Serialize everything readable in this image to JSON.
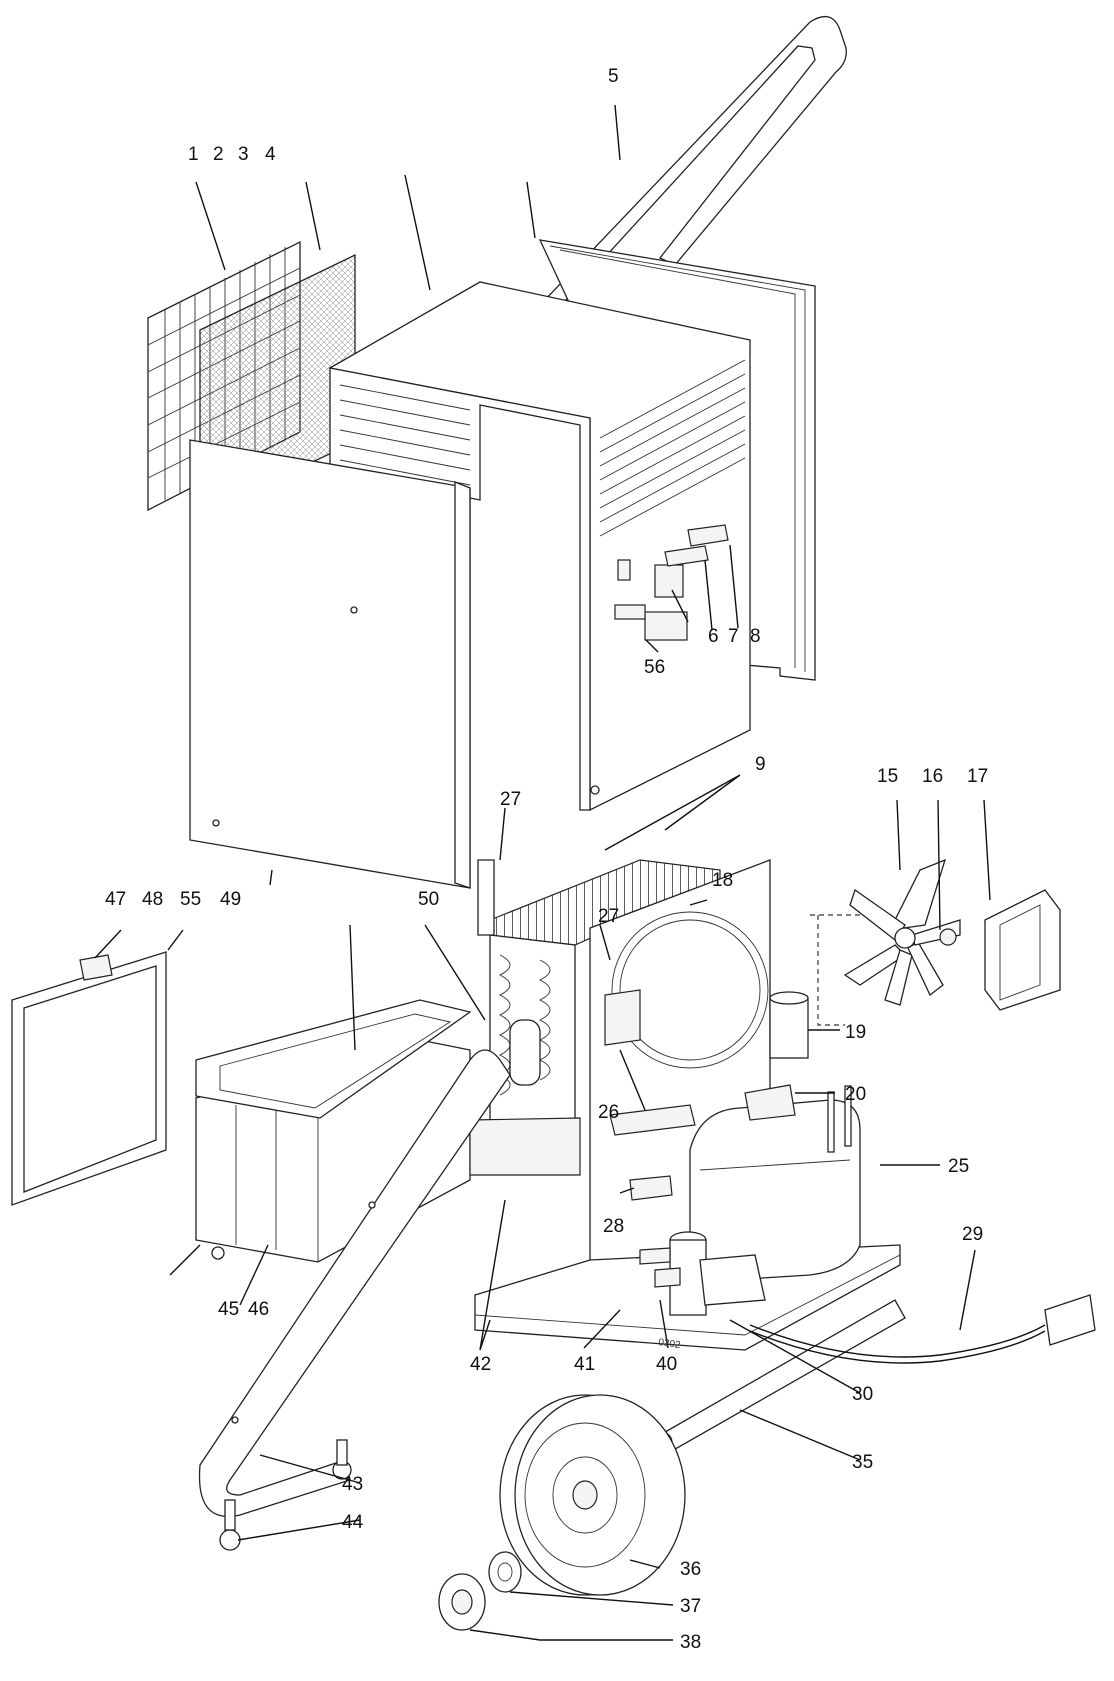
{
  "diagram": {
    "labels": {
      "l1": "1",
      "l2": "2",
      "l3": "3",
      "l4": "4",
      "l5": "5",
      "l6": "6",
      "l7": "7",
      "l8": "8",
      "l9": "9",
      "l15": "15",
      "l16": "16",
      "l17": "17",
      "l18": "18",
      "l19": "19",
      "l20": "20",
      "l25": "25",
      "l26": "26",
      "l27a": "27",
      "l27b": "27",
      "l28": "28",
      "l29": "29",
      "l30": "30",
      "l35": "35",
      "l36": "36",
      "l37": "37",
      "l38": "38",
      "l40": "40",
      "l41": "41",
      "l42": "42",
      "l43": "43",
      "l44": "44",
      "l45": "45",
      "l46": "46",
      "l47": "47",
      "l48": "48",
      "l49": "49",
      "l50": "50",
      "l55": "55",
      "l56": "56"
    },
    "base_stamp": "0302"
  }
}
